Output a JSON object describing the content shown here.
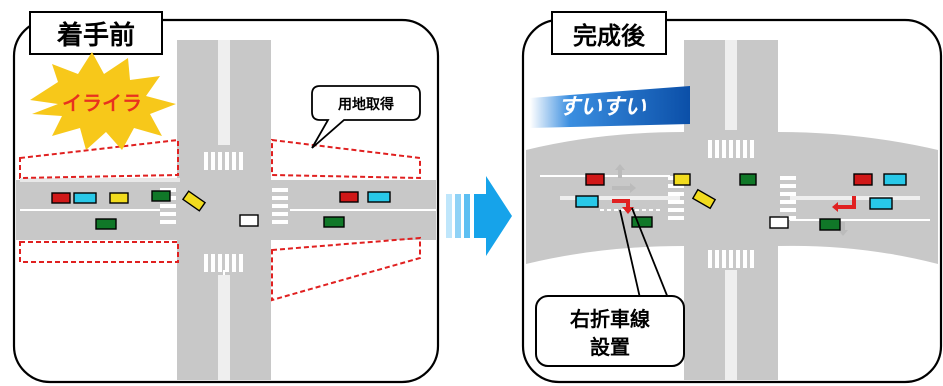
{
  "before": {
    "title": "着手前",
    "burst_text": "イライラ",
    "callout_text": "用地取得"
  },
  "after": {
    "title": "完成後",
    "banner_text": "すいすい",
    "callout_line1": "右折車線",
    "callout_line2": "設置"
  },
  "colors": {
    "road": "#c8c8c8",
    "red_dash": "#e02020",
    "arrow_blue": "#1aa0e8",
    "burst_yellow": "#f7c81a",
    "burst_text": "#e8321e",
    "banner_blue": "#1a6ec8",
    "car_red": "#d01818",
    "car_cyan": "#28c8e8",
    "car_yellow": "#f2dc1e",
    "car_green": "#107828",
    "car_white": "#ffffff"
  }
}
